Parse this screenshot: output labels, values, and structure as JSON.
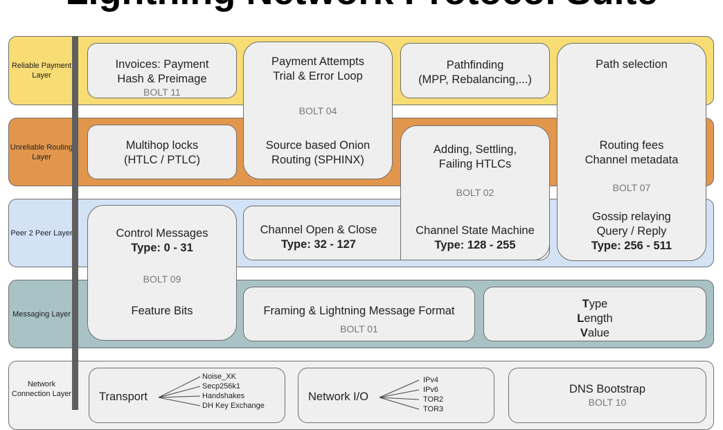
{
  "title": "Lightning Network Protocol Suite",
  "colors": {
    "reliable": "#f8dc74",
    "unreliable": "#e2964c",
    "p2p": "#d3e2f5",
    "messaging": "#a9c2c6",
    "network": "#f1f1f1",
    "box": "#efefef",
    "divider": "#5f5f5f"
  },
  "layers": {
    "reliable": "Reliable Payment Layer",
    "unreliable": "Unreliable Routing Layer",
    "p2p": "Peer 2 Peer Layer",
    "messaging": "Messaging Layer",
    "network": "Network Connection Layer"
  },
  "boxes": {
    "invoices": {
      "line1": "Invoices: Payment",
      "line2": "Hash & Preimage",
      "bolt": "BOLT 11"
    },
    "payment_attempts": {
      "line1": "Payment Attempts",
      "line2": "Trial & Error Loop",
      "bolt": "BOLT 04",
      "line3": "Source based Onion",
      "line4": "Routing (SPHINX)"
    },
    "pathfinding": {
      "line1": "Pathfinding",
      "line2": "(MPP, Rebalancing,...)"
    },
    "path_selection": {
      "line1": "Path selection",
      "line2": "Routing fees",
      "line3": "Channel metadata",
      "bolt": "BOLT 07",
      "line4": "Gossip relaying",
      "line5": "Query / Reply",
      "type": "Type: 256 - 511"
    },
    "multihop": {
      "line1": "Multihop locks",
      "line2": "(HTLC / PTLC)"
    },
    "htlcs": {
      "line1": "Adding, Settling,",
      "line2": "Failing HTLCs",
      "bolt": "BOLT 02"
    },
    "channel_open": {
      "line1": "Channel Open & Close",
      "type": "Type: 32 - 127"
    },
    "state_machine": {
      "line1": "Channel State Machine",
      "type": "Type: 128 - 255"
    },
    "control": {
      "line1": "Control Messages",
      "type": "Type: 0 - 31",
      "bolt": "BOLT 09",
      "line2": "Feature Bits"
    },
    "framing": {
      "line1": "Framing & Lightning Message Format",
      "bolt": "BOLT 01"
    },
    "tlv": {
      "t_bold": "T",
      "t_rest": "ype",
      "l_bold": "L",
      "l_rest": "ength",
      "v_bold": "V",
      "v_rest": "alue"
    },
    "transport": {
      "label": "Transport",
      "items": [
        "Noise_XK",
        "Secp256k1",
        "Handshakes",
        "DH Key Exchange"
      ]
    },
    "network_io": {
      "label": "Network I/O",
      "items": [
        "IPv4",
        "IPv6",
        "TOR2",
        "TOR3"
      ]
    },
    "dns": {
      "line1": "DNS Bootstrap",
      "bolt": "BOLT 10"
    }
  }
}
